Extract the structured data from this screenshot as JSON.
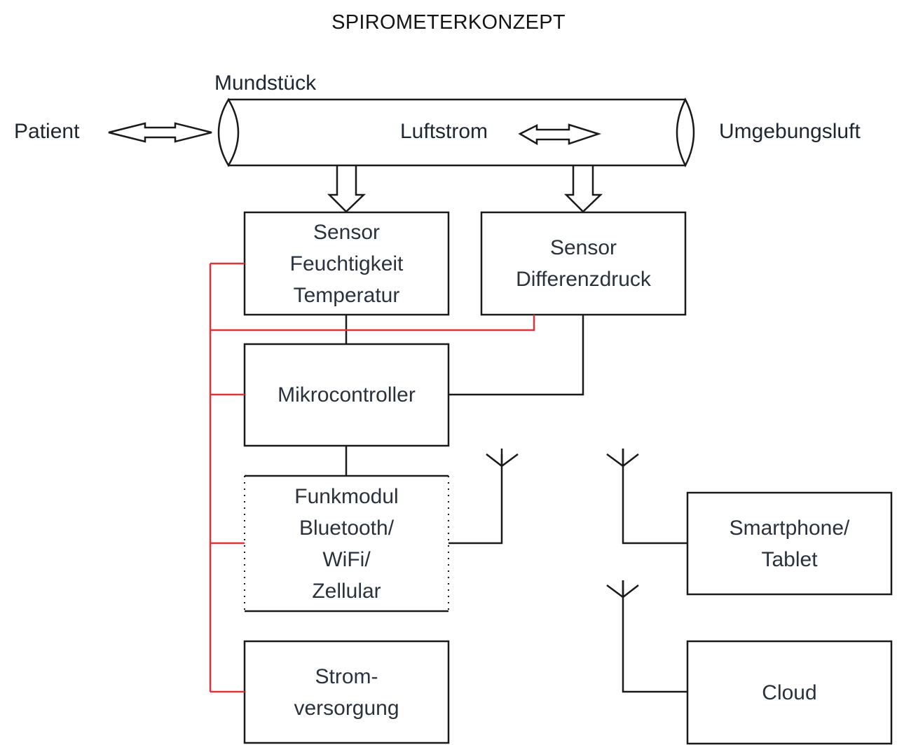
{
  "title": "SPIROMETERKONZEPT",
  "labels": {
    "mouthpiece": "Mundstück",
    "patient": "Patient",
    "airflow": "Luftstrom",
    "ambient_air": "Umgebungsluft"
  },
  "blocks": {
    "sensor_humidity": [
      "Sensor",
      "Feuchtigkeit",
      "Temperatur"
    ],
    "sensor_pressure": [
      "Sensor",
      "Differenzdruck"
    ],
    "microcontroller": [
      "Mikrocontroller"
    ],
    "radio_module": [
      "Funkmodul",
      "Bluetooth/",
      "WiFi/",
      "Zellular"
    ],
    "power_supply": [
      "Strom-",
      "versorgung"
    ],
    "smartphone": [
      "Smartphone/",
      "Tablet"
    ],
    "cloud": [
      "Cloud"
    ]
  },
  "colors": {
    "line": "#1a1a1a",
    "power_line": "#e0323a",
    "text": "#2b323c"
  }
}
